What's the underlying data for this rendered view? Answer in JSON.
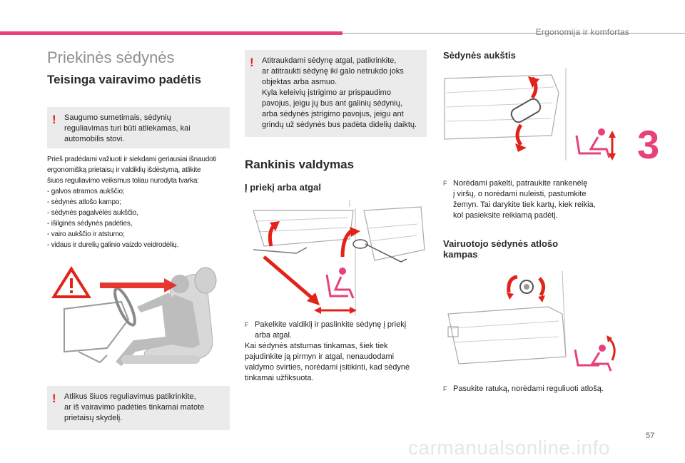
{
  "header": {
    "chapter_title": "Ergonomija ir komfortas",
    "chapter_number": "3",
    "page_number": "57",
    "watermark": "carmanualsonline.info"
  },
  "left": {
    "section_title": "Priekinės sėdynės",
    "subsection_title": "Teisinga vairavimo padėtis",
    "warning1": [
      "Saugumo sumetimais, sėdynių",
      "reguliavimas turi būti atliekamas, kai",
      "automobilis stovi."
    ],
    "intro_lines": [
      "Prieš pradėdami važiuoti ir siekdami geriausiai išnaudoti",
      "ergonomišką prietaisų ir valdiklių išdėstymą, atlikite",
      "šiuos reguliavimo veiksmus toliau nurodyta tvarka:"
    ],
    "list": [
      "-   galvos atramos aukščio;",
      "-   sėdynės atlošo kampo;",
      "-   sėdynės pagalvėlės aukščio,",
      "-   išilginės sėdynės padėties,",
      "-   vairo aukščio ir atstumo;",
      "-   vidaus ir durelių galinio vaizdo veidrodėlių."
    ],
    "warning2": [
      "Atlikus šiuos reguliavimus patikrinkite,",
      "ar iš vairavimo padėties tinkamai matote",
      "prietaisų skydelį."
    ]
  },
  "middle": {
    "warning3": [
      "Atitraukdami sėdynę atgal, patikrinkite,",
      "ar atitraukti sėdynę iki galo netrukdo joks",
      "objektas arba asmuo.",
      "Kyla keleivių įstrigimo ar prispaudimo",
      "pavojus, jeigu jų bus ant galinių sėdynių,",
      "arba sėdynės įstrigimo pavojus, jeigu ant",
      "grindų už sėdynės bus padėta didelių daiktų."
    ],
    "manual_title": "Rankinis valdymas",
    "forward_title": "Į priekį arba atgal",
    "bullet_symbol": "F",
    "forward_bullet": [
      "Pakelkite valdiklį ir paslinkite sėdynę į priekį",
      "arba atgal."
    ],
    "forward_text": [
      "Kai sėdynės atstumas tinkamas, šiek tiek",
      "pajudinkite ją pirmyn ir atgal, nenaudodami",
      "valdymo svirties, norėdami įsitikinti, kad sėdynė",
      "tinkamai užfiksuota."
    ]
  },
  "right": {
    "height_title": "Sėdynės aukštis",
    "height_bullet": [
      "Norėdami pakelti, patraukite rankenėlę",
      "į viršų, o norėdami nuleisti, pastumkite",
      "žemyn. Tai darykite tiek kartų, kiek reikia,",
      "kol pasieksite reikiamą padėtį."
    ],
    "backrest_title": [
      "Vairuotojo sėdynės atlošo",
      "kampas"
    ],
    "backrest_bullet": [
      "Pasukite ratuką, norėdami reguliuoti atlošą."
    ]
  },
  "colors": {
    "accent": "#e8407a",
    "warning": "#e2231a",
    "box": "#ebebeb"
  }
}
